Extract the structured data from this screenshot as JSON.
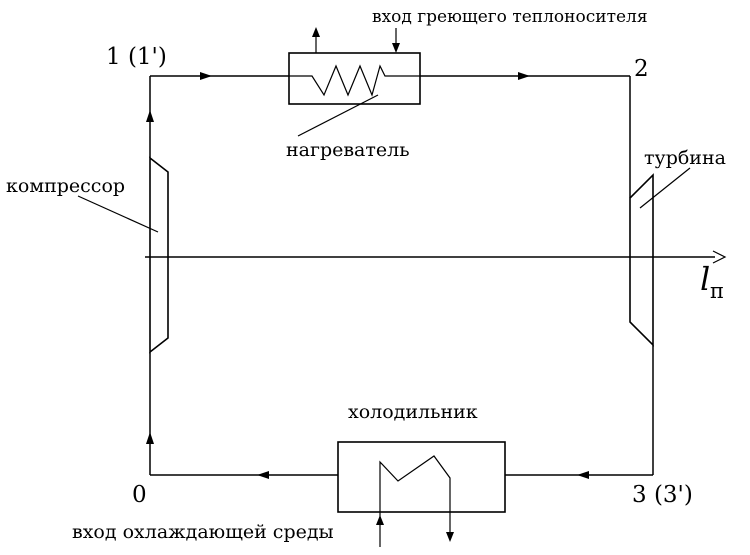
{
  "labels": {
    "point_1": "1 (1')",
    "point_2": "2",
    "point_0": "0",
    "point_3": "3 (3')",
    "heater": "нагреватель",
    "heating_input": "вход греющего теплоносителя",
    "compressor": "компрессор",
    "turbine": "турбина",
    "cooler": "холодильник",
    "cooling_input": "вход охлаждающей среды",
    "shaft_symbol": "l",
    "shaft_subscript": "п"
  }
}
